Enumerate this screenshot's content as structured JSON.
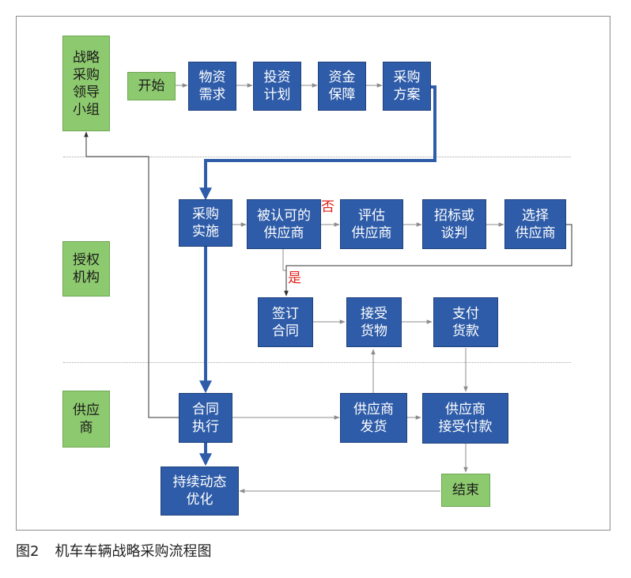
{
  "colors": {
    "box_blue": "#2e5ca8",
    "box_green": "#8dc96e",
    "arrow_blue": "#2e5ca8",
    "arrow_gray": "#8c8c8c",
    "mark_red": "#e0201a"
  },
  "lanes": {
    "leadership": "战略\n采购\n领导\n小组",
    "authority": "授权\n机构",
    "supplier": "供应\n商"
  },
  "nodes": {
    "start": "开始",
    "material_demand": "物资\n需求",
    "investment_plan": "投资\n计划",
    "fund_guarantee": "资金\n保障",
    "procurement_plan": "采购\n方案",
    "procurement_implementation": "采购\n实施",
    "approved_supplier": "被认可的\n供应商",
    "evaluate_supplier": "评估\n供应商",
    "bid_or_negotiate": "招标或\n谈判",
    "select_supplier": "选择\n供应商",
    "sign_contract": "签订\n合同",
    "accept_goods": "接受\n货物",
    "pay": "支付\n货款",
    "contract_execution": "合同\n执行",
    "supplier_delivery": "供应商\n发货",
    "supplier_receive_payment": "供应商\n接受付款",
    "continuous_optimization": "持续动态\n优化",
    "end": "结束"
  },
  "decision": {
    "no": "否",
    "yes": "是"
  },
  "caption": {
    "figure_no": "图2",
    "title": "机车车辆战略采购流程图"
  }
}
